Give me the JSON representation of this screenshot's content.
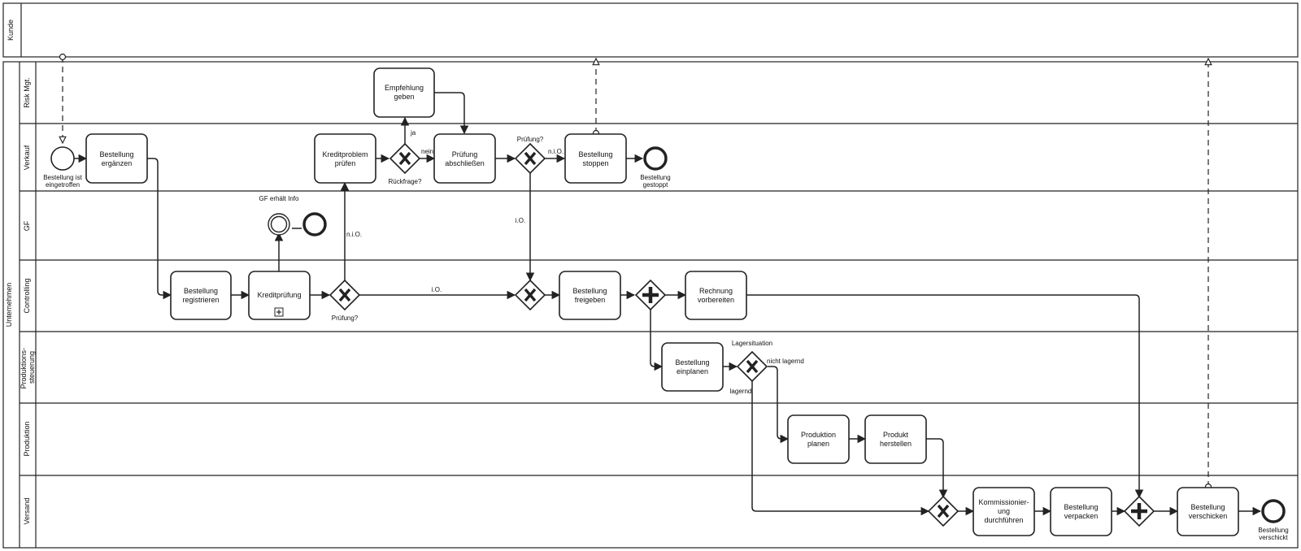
{
  "pools": {
    "kunde": "Kunde",
    "unternehmen": "Unternehmen"
  },
  "lanes": {
    "risk": "Risk Mgt.",
    "verkauf": "Verkauf",
    "gf": "GF",
    "controlling": "Controlling",
    "prodsteuerung_line1": "Produktions-",
    "prodsteuerung_line2": "steuerung",
    "produktion": "Produktion",
    "versand": "Versand"
  },
  "tasks": {
    "bestellung_ergaenzen": [
      "Bestellung",
      "ergänzen"
    ],
    "empfehlung_geben": [
      "Empfehlung",
      "geben"
    ],
    "kreditproblem_pruefen": [
      "Kreditproblem",
      "prüfen"
    ],
    "pruefung_abschliessen": [
      "Prüfung",
      "abschließen"
    ],
    "bestellung_stoppen": [
      "Bestellung",
      "stoppen"
    ],
    "bestellung_registrieren": [
      "Bestellung",
      "registrieren"
    ],
    "kreditpruefung": [
      "Kreditprüfung"
    ],
    "bestellung_freigeben": [
      "Bestellung",
      "freigeben"
    ],
    "rechnung_vorbereiten": [
      "Rechnung",
      "vorbereiten"
    ],
    "bestellung_einplanen": [
      "Bestellung",
      "einplanen"
    ],
    "produktion_planen": [
      "Produktion",
      "planen"
    ],
    "produkt_herstellen": [
      "Produkt",
      "herstellen"
    ],
    "kommissionierung": [
      "Kommissionier-",
      "ung",
      "durchführen"
    ],
    "bestellung_verpacken": [
      "Bestellung",
      "verpacken"
    ],
    "bestellung_verschicken": [
      "Bestellung",
      "verschicken"
    ]
  },
  "events": {
    "start_line1": "Bestellung ist",
    "start_line2": "eingetroffen",
    "gestoppt_line1": "Bestellung",
    "gestoppt_line2": "gestoppt",
    "gf_info": "GF erhält Info",
    "verschickt_line1": "Bestellung",
    "verschickt_line2": "verschickt"
  },
  "gateway_labels": {
    "rueckfrage": "Rückfrage?",
    "pruefung_verkauf": "Prüfung?",
    "pruefung_controlling": "Prüfung?",
    "lagersituation": "Lagersituation"
  },
  "flow_labels": {
    "ja": "ja",
    "nein": "nein",
    "nio_verkauf": "n.i.O.",
    "io_verkauf": "i.O.",
    "nio_controlling": "n.i.O.",
    "io_controlling": "i.O.",
    "nicht_lagernd": "nicht lagernd",
    "lagernd": "lagernd"
  }
}
